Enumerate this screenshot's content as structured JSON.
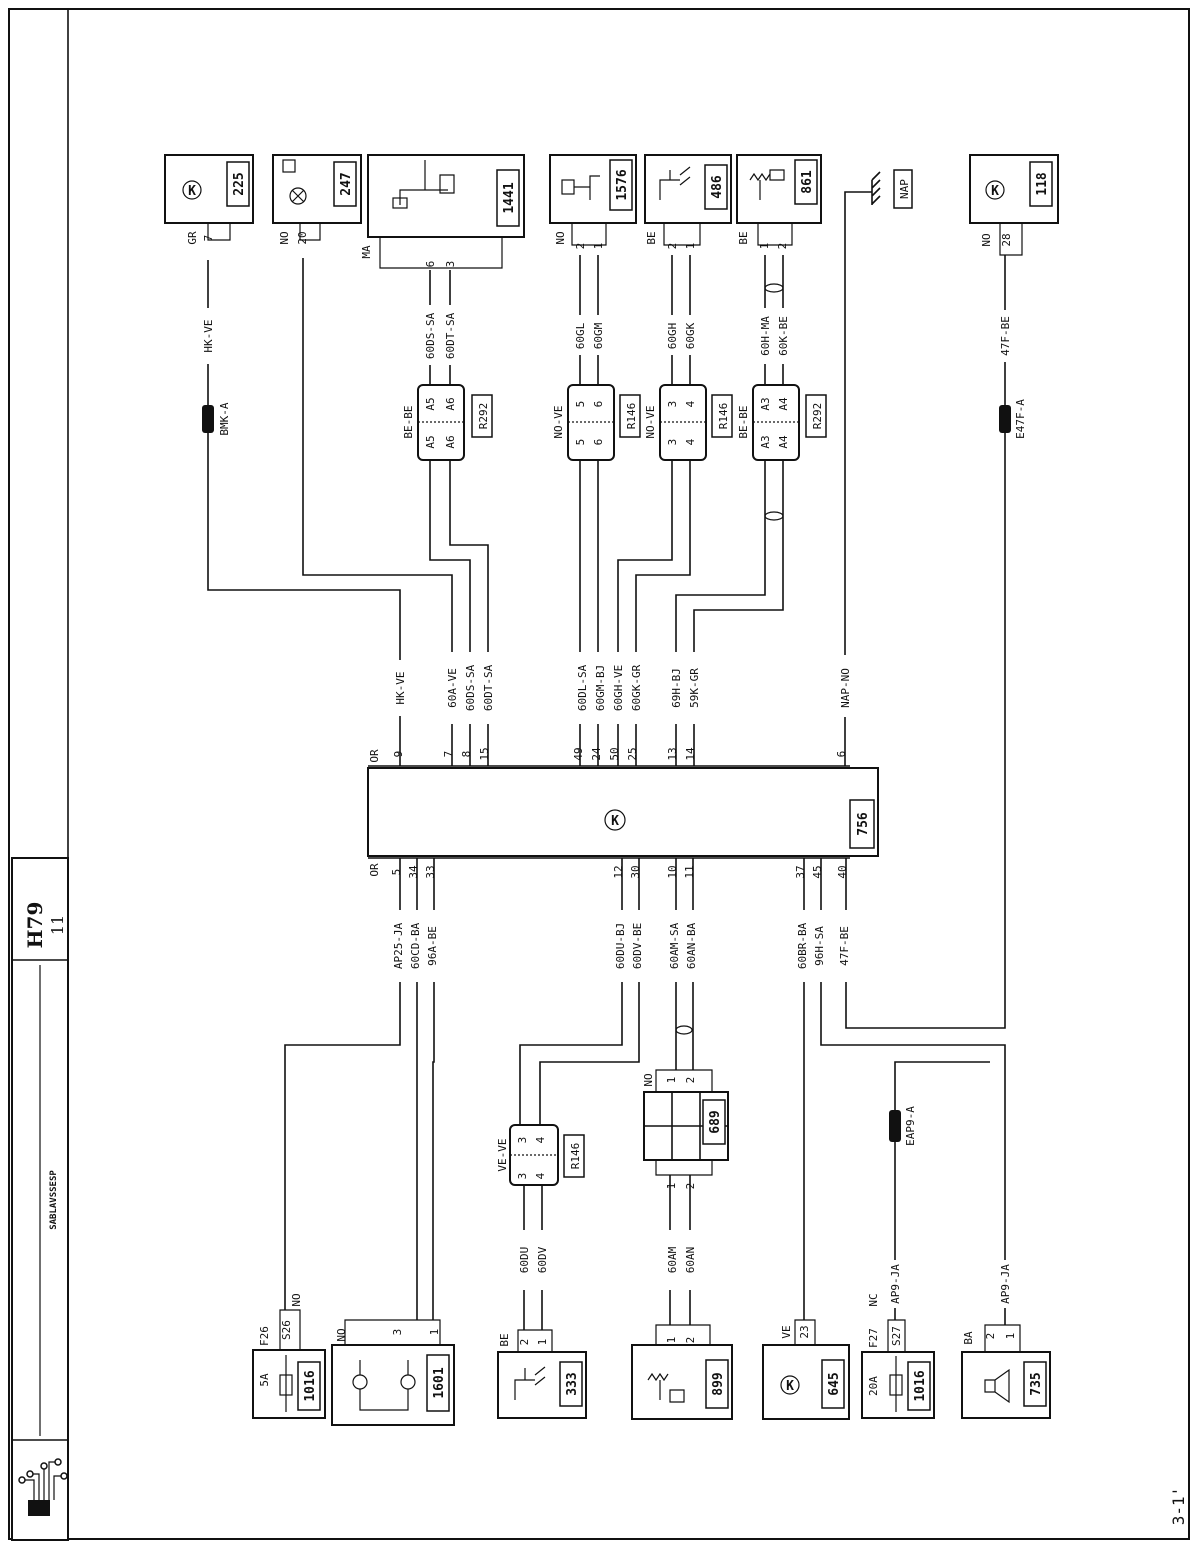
{
  "title_block": {
    "code": "H79",
    "sheet": "11",
    "name": "SABLAVSSESP"
  },
  "page_ref": "3-1'",
  "ecu": {
    "id": "756",
    "top_prefix": "OR",
    "bottom_prefix": "OR",
    "top_pins": [
      "9",
      "7",
      "8",
      "15",
      "49",
      "24",
      "50",
      "25",
      "13",
      "14",
      "6"
    ],
    "bottom_pins": [
      "5",
      "34",
      "33",
      "12",
      "30",
      "10",
      "11",
      "37",
      "45",
      "40"
    ]
  },
  "top_components": [
    {
      "id": "225",
      "color": "GR",
      "pins": [
        "7"
      ]
    },
    {
      "id": "247",
      "color": "NO",
      "pins": [
        "20"
      ]
    },
    {
      "id": "1441",
      "color": "MA",
      "pins": [
        "6",
        "3"
      ]
    },
    {
      "id": "1576",
      "color": "NO",
      "pins": [
        "2",
        "1"
      ]
    },
    {
      "id": "486",
      "color": "BE",
      "pins": [
        "2",
        "1"
      ]
    },
    {
      "id": "861",
      "color": "BE",
      "pins": [
        "1",
        "2"
      ]
    },
    {
      "id": "NAP"
    },
    {
      "id": "118",
      "color": "NO",
      "pins": [
        "28"
      ]
    }
  ],
  "connectors_top": [
    {
      "id": "R292",
      "colors": "BE-BE",
      "pins_a": [
        "A5",
        "A6"
      ],
      "pins_b": [
        "A5",
        "A6"
      ]
    },
    {
      "id": "R146",
      "colors": "NO-VE",
      "pins_a": [
        "5",
        "6"
      ],
      "pins_b": [
        "5",
        "6"
      ]
    },
    {
      "id": "R146",
      "colors": "NO-VE",
      "pins_a": [
        "3",
        "4"
      ],
      "pins_b": [
        "3",
        "4"
      ]
    },
    {
      "id": "R292",
      "colors": "BE-BE",
      "pins_a": [
        "A3",
        "A4"
      ],
      "pins_b": [
        "A3",
        "A4"
      ]
    }
  ],
  "wires_top_upper": [
    "HK-VE",
    "60DS-SA",
    "60DT-SA",
    "60GL",
    "60GM",
    "60GH",
    "60GK",
    "60H-MA",
    "60K-BE",
    "47F-BE"
  ],
  "wires_top_lower": [
    "HK-VE",
    "60A-VE",
    "60DS-SA",
    "60DT-SA",
    "60DL-SA",
    "60GM-BJ",
    "60GH-VE",
    "60GK-GR",
    "69H-BJ",
    "59K-GR",
    "NAP-NO"
  ],
  "inline_connectors": [
    "BMK-A",
    "E47F-A",
    "EAP9-A"
  ],
  "wires_bottom": [
    "AP25-JA",
    "60CD-BA",
    "96A-BE",
    "60DU-BJ",
    "60DV-BE",
    "60AM-SA",
    "60AN-BA",
    "60BR-BA",
    "96H-SA",
    "47F-BE"
  ],
  "bottom_components": [
    {
      "id": "1016",
      "fuse": "F26",
      "rating": "5A",
      "color": "NO",
      "pins": [
        "S26"
      ],
      "wire": ""
    },
    {
      "id": "1601",
      "color": "NO",
      "pins": [
        "3",
        "1"
      ]
    },
    {
      "id": "333",
      "color": "BE",
      "pins": [
        "2",
        "1"
      ],
      "wires": [
        "60DU",
        "60DV"
      ]
    },
    {
      "id": "899",
      "pins": [
        "1",
        "2"
      ],
      "wires": [
        "60AM",
        "60AN"
      ]
    },
    {
      "id": "645",
      "color": "VE",
      "pins": [
        "23"
      ]
    },
    {
      "id": "1016",
      "fuse": "F27",
      "rating": "20A",
      "color": "NC",
      "pins": [
        "S27"
      ],
      "wire": "AP9-JA"
    },
    {
      "id": "735",
      "color": "BA",
      "pins": [
        "2",
        "1"
      ],
      "wire": "AP9-JA"
    }
  ],
  "connector_bottom": {
    "id": "R146",
    "colors": "VE-VE",
    "pins_a": [
      "3",
      "4"
    ],
    "pins_b": [
      "3",
      "4"
    ],
    "wires": [
      "60DU",
      "60DV"
    ]
  },
  "component_689": {
    "id": "689",
    "color": "NO",
    "pins_top": [
      "1",
      "2"
    ],
    "pins_bottom": [
      "1",
      "2"
    ]
  }
}
